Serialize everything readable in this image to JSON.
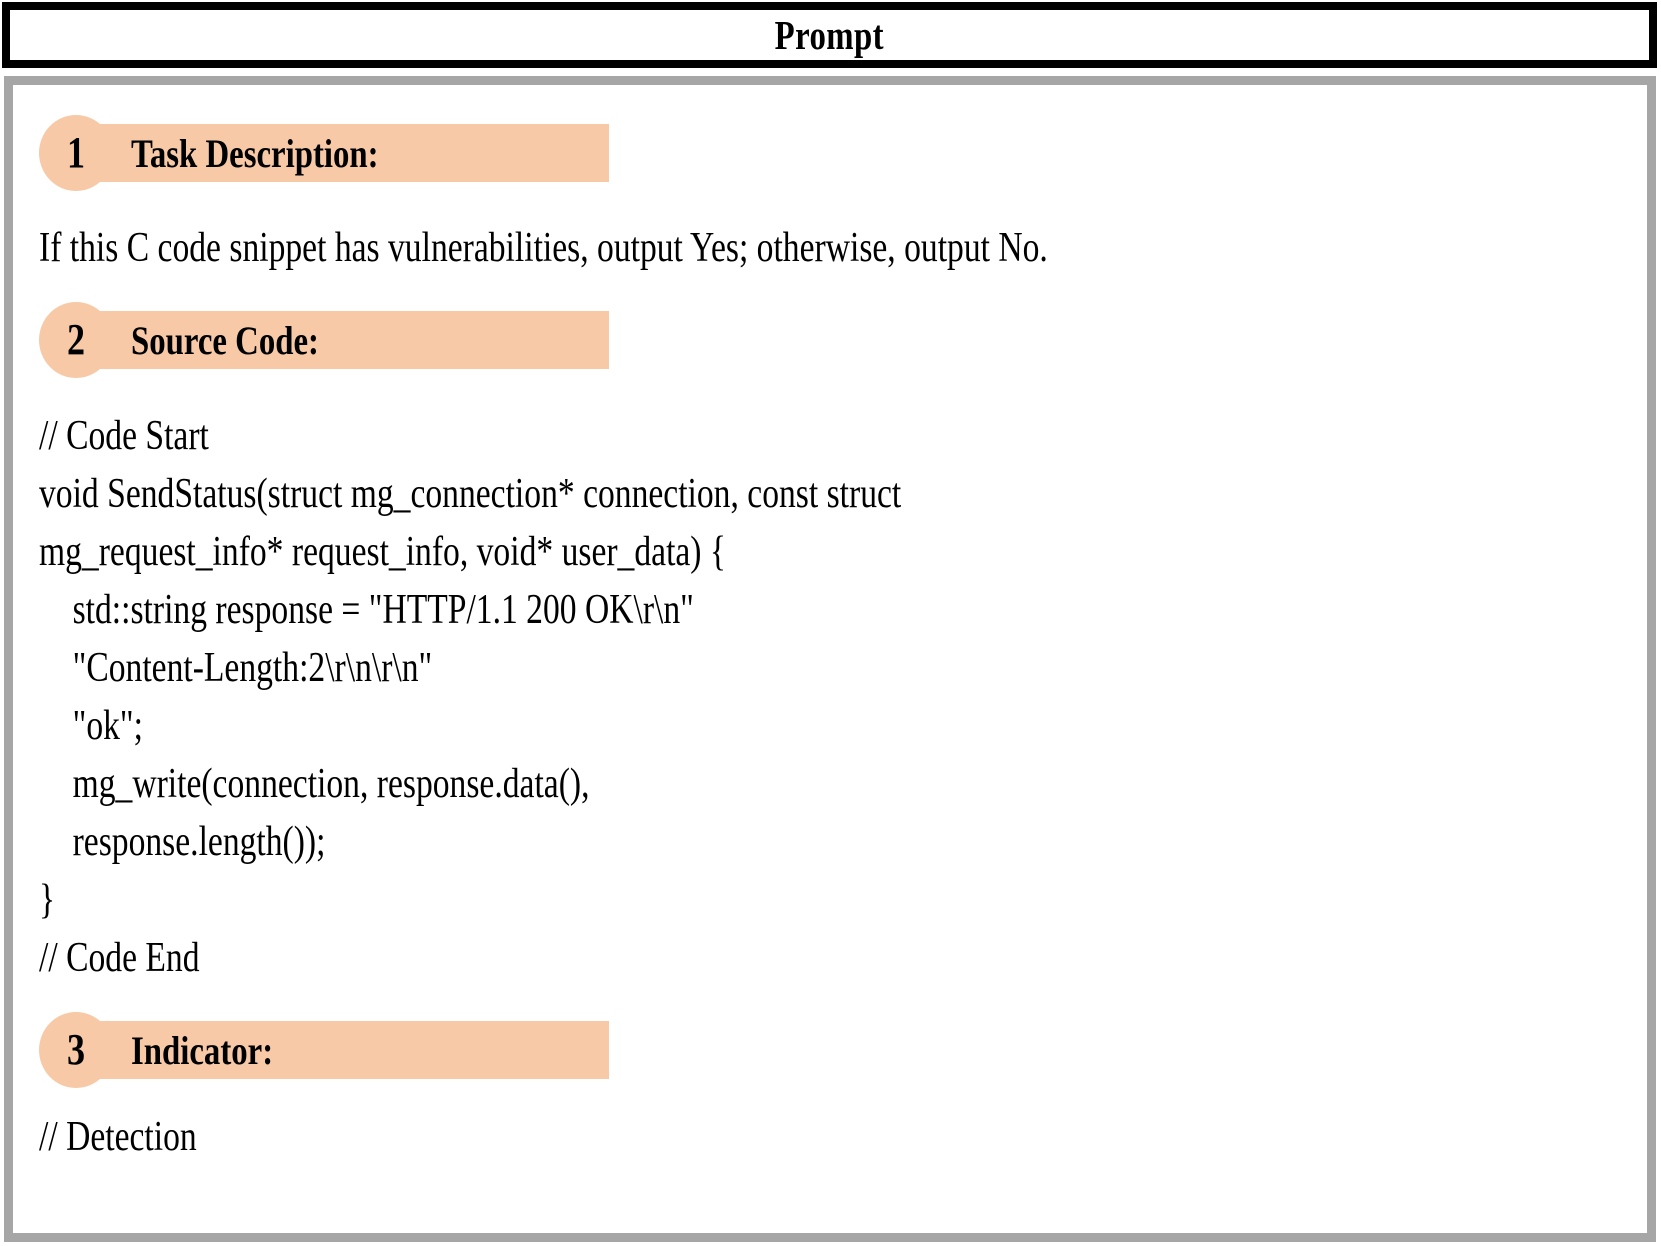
{
  "header": {
    "title": "Prompt"
  },
  "sections": [
    {
      "number": "1",
      "label": "Task Description:",
      "body": "If this C code snippet has vulnerabilities, output Yes; otherwise, output No."
    },
    {
      "number": "2",
      "label": "Source Code:",
      "code_lines": [
        "// Code Start",
        "void SendStatus(struct mg_connection* connection, const struct",
        "mg_request_info* request_info, void* user_data) {",
        "    std::string response = \"HTTP/1.1 200 OK\\r\\n\"",
        "    \"Content-Length:2\\r\\n\\r\\n\"",
        "    \"ok\";",
        "    mg_write(connection, response.data(),",
        "    response.length());",
        "}",
        "// Code End"
      ]
    },
    {
      "number": "3",
      "label": "Indicator:",
      "body": "// Detection"
    }
  ],
  "colors": {
    "badge_fill": "#f7c9a6",
    "highlight_fill": "#f7c9a6",
    "header_border": "#000000",
    "panel_border": "#a6a6a6",
    "text": "#000000",
    "background": "#ffffff"
  }
}
